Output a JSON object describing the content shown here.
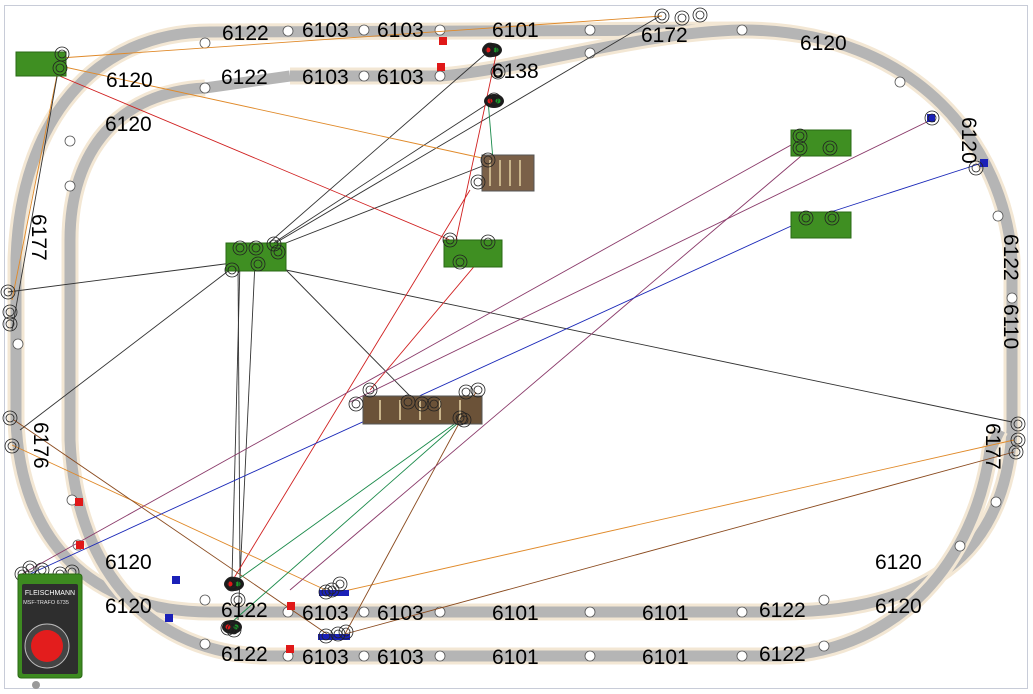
{
  "layout_labels": [
    {
      "id": "t1",
      "text": "6122"
    },
    {
      "id": "t2",
      "text": "6103"
    },
    {
      "id": "t3",
      "text": "6103"
    },
    {
      "id": "t4",
      "text": "6101"
    },
    {
      "id": "t5",
      "text": "6172"
    },
    {
      "id": "t6",
      "text": "6120"
    },
    {
      "id": "t7",
      "text": "6122"
    },
    {
      "id": "t8",
      "text": "6103"
    },
    {
      "id": "t9",
      "text": "6103"
    },
    {
      "id": "t10",
      "text": "6138"
    },
    {
      "id": "t11",
      "text": "6120"
    },
    {
      "id": "t12",
      "text": "6120"
    },
    {
      "id": "t13",
      "text": "6177"
    },
    {
      "id": "t14",
      "text": "6176"
    },
    {
      "id": "t15",
      "text": "6120"
    },
    {
      "id": "t16",
      "text": "6122"
    },
    {
      "id": "t17",
      "text": "6110"
    },
    {
      "id": "t18",
      "text": "6177"
    },
    {
      "id": "t19",
      "text": "6120"
    },
    {
      "id": "t20",
      "text": "6120"
    },
    {
      "id": "t21",
      "text": "6122"
    },
    {
      "id": "t22",
      "text": "6103"
    },
    {
      "id": "t23",
      "text": "6103"
    },
    {
      "id": "t24",
      "text": "6101"
    },
    {
      "id": "t25",
      "text": "6101"
    },
    {
      "id": "t26",
      "text": "6122"
    },
    {
      "id": "t27",
      "text": "6120"
    },
    {
      "id": "t28",
      "text": "6120"
    },
    {
      "id": "t29",
      "text": "6122"
    },
    {
      "id": "t30",
      "text": "6103"
    },
    {
      "id": "t31",
      "text": "6103"
    },
    {
      "id": "t32",
      "text": "6101"
    },
    {
      "id": "t33",
      "text": "6101"
    },
    {
      "id": "t34",
      "text": "6122"
    }
  ],
  "transformer": {
    "brand": "FLEISCHMANN",
    "model": "MSF-TRAFO 6735"
  },
  "colors": {
    "track": "#b5b5b5",
    "track_edge": "#7d7d7d",
    "track_halo": "#f3e7d4",
    "signal_red": "#e01818",
    "board_green": "#3f8f22",
    "accent_blue": "#1a20b8",
    "wire_black": "#333333",
    "wire_red": "#d02020",
    "wire_orange": "#e08a2a",
    "wire_brown": "#8a4a1e",
    "wire_violet": "#8a3a6a",
    "wire_green": "#1a8a4a",
    "wire_blue": "#1a28b8"
  }
}
